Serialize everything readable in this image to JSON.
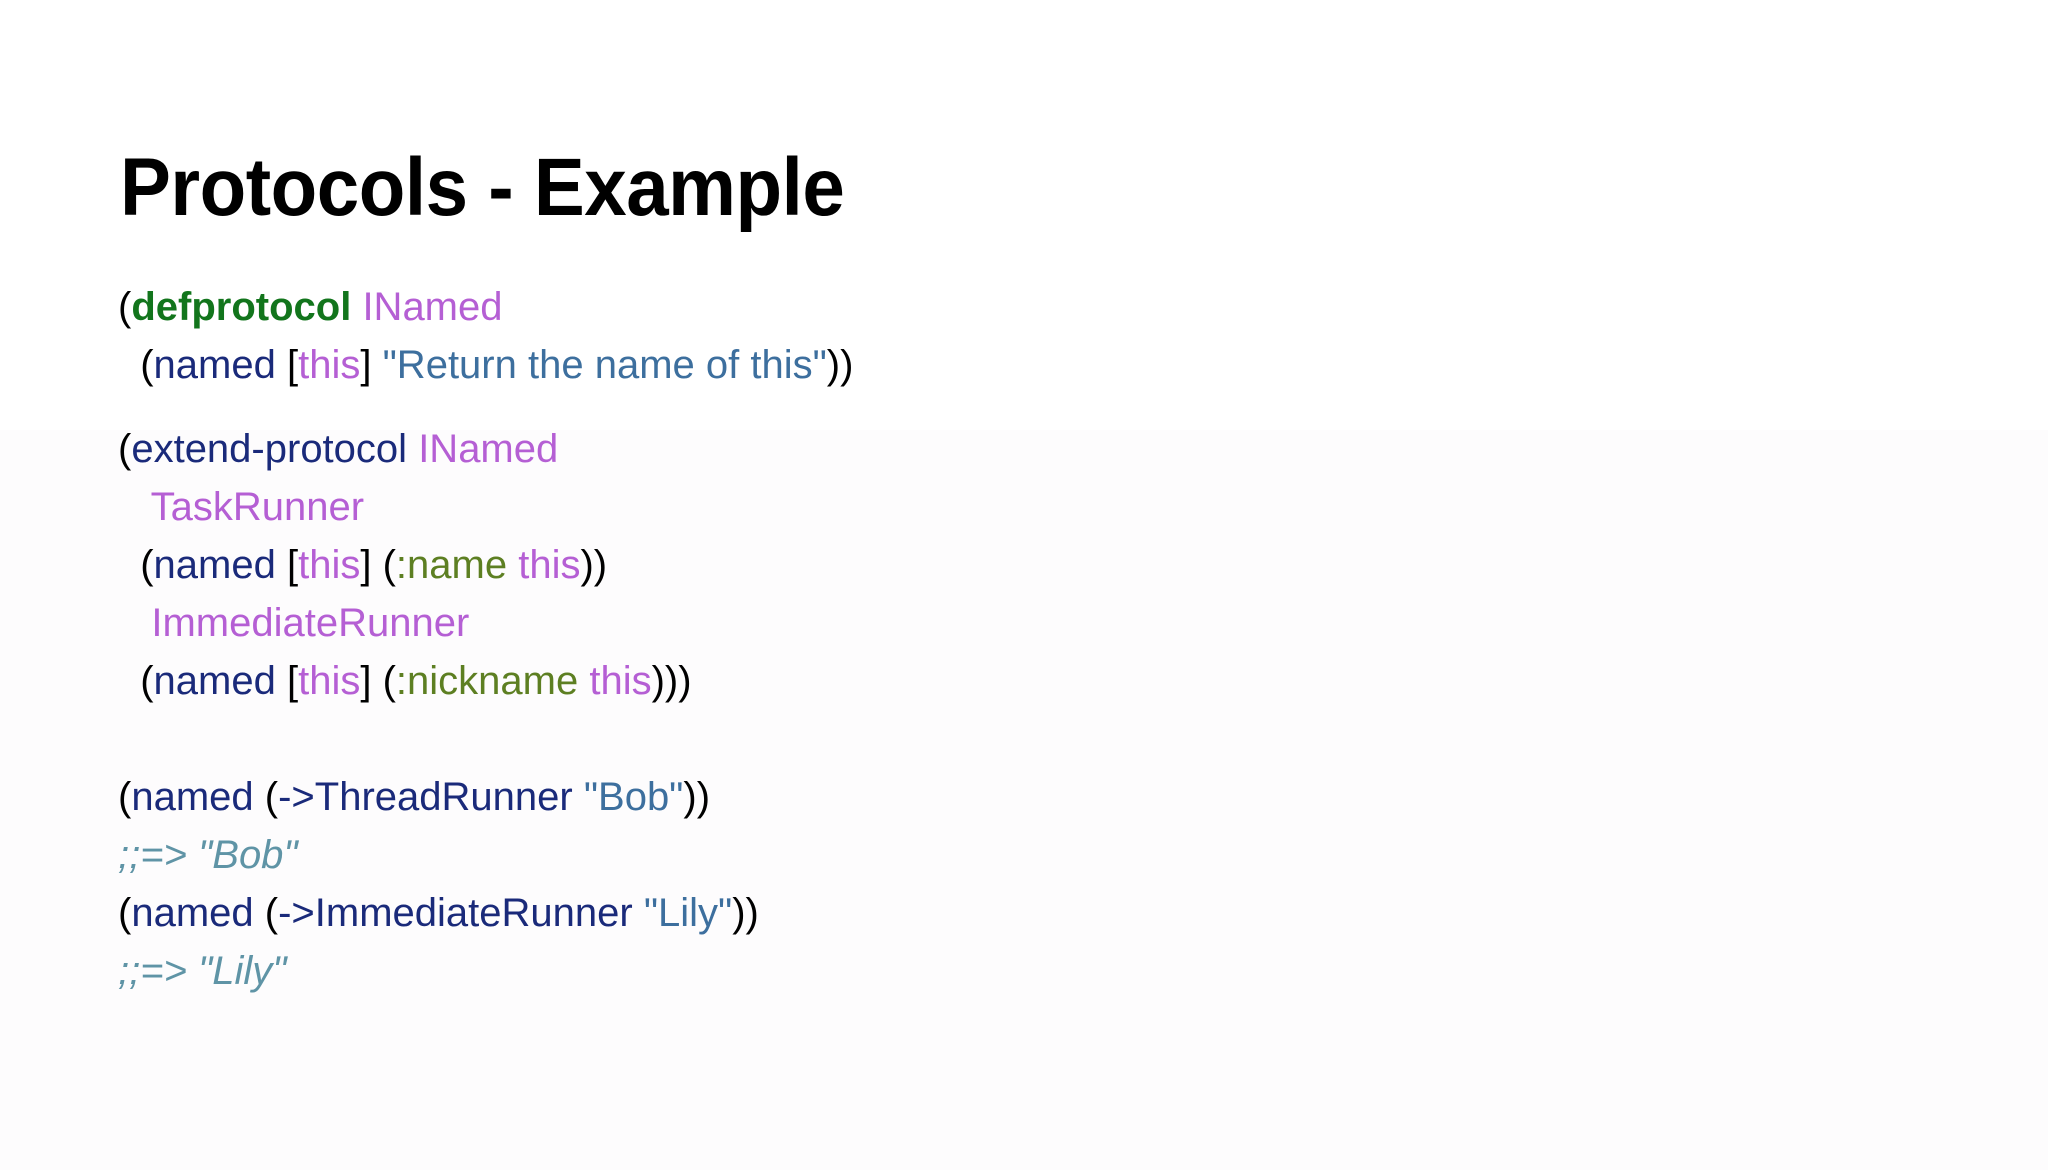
{
  "slide": {
    "title": "Protocols - Example",
    "background_color": "#ffffff",
    "title_color": "#000000"
  },
  "palette": {
    "paren": "#000000",
    "bracket": "#000000",
    "definition_keyword": "#12751c",
    "core_function": "#1a2a7a",
    "type_name": "#b55fd4",
    "symbol": "#b55fd4",
    "string": "#3d6f9e",
    "clojure_keyword": "#5d7f22",
    "comment": "#5f94a6"
  },
  "code": {
    "blocks": [
      {
        "name": "defprotocol-block",
        "lines": [
          {
            "tokens": [
              {
                "text": "(",
                "type": "paren"
              },
              {
                "text": "defprotocol",
                "type": "def"
              },
              {
                "text": " ",
                "type": "plain"
              },
              {
                "text": "INamed",
                "type": "type"
              }
            ]
          },
          {
            "tokens": [
              {
                "text": "  (",
                "type": "paren"
              },
              {
                "text": "named",
                "type": "core"
              },
              {
                "text": " ",
                "type": "plain"
              },
              {
                "text": "[",
                "type": "bracket"
              },
              {
                "text": "this",
                "type": "symbol"
              },
              {
                "text": "]",
                "type": "bracket"
              },
              {
                "text": " ",
                "type": "plain"
              },
              {
                "text": "\"Return the name of this\"",
                "type": "string"
              },
              {
                "text": "))",
                "type": "paren"
              }
            ]
          }
        ]
      },
      {
        "name": "extend-protocol-block",
        "lines": [
          {
            "tokens": [
              {
                "text": "(",
                "type": "paren"
              },
              {
                "text": "extend-protocol",
                "type": "core"
              },
              {
                "text": " ",
                "type": "plain"
              },
              {
                "text": "INamed",
                "type": "type"
              }
            ]
          },
          {
            "tokens": [
              {
                "text": "   ",
                "type": "plain"
              },
              {
                "text": "TaskRunner",
                "type": "type"
              }
            ]
          },
          {
            "tokens": [
              {
                "text": "  (",
                "type": "paren"
              },
              {
                "text": "named",
                "type": "core"
              },
              {
                "text": " ",
                "type": "plain"
              },
              {
                "text": "[",
                "type": "bracket"
              },
              {
                "text": "this",
                "type": "symbol"
              },
              {
                "text": "]",
                "type": "bracket"
              },
              {
                "text": " (",
                "type": "paren"
              },
              {
                "text": ":name",
                "type": "keyword"
              },
              {
                "text": " ",
                "type": "plain"
              },
              {
                "text": "this",
                "type": "symbol"
              },
              {
                "text": "))",
                "type": "paren"
              }
            ]
          },
          {
            "tokens": [
              {
                "text": "   ",
                "type": "plain"
              },
              {
                "text": "ImmediateRunner",
                "type": "type"
              }
            ]
          },
          {
            "tokens": [
              {
                "text": "  (",
                "type": "paren"
              },
              {
                "text": "named",
                "type": "core"
              },
              {
                "text": " ",
                "type": "plain"
              },
              {
                "text": "[",
                "type": "bracket"
              },
              {
                "text": "this",
                "type": "symbol"
              },
              {
                "text": "]",
                "type": "bracket"
              },
              {
                "text": " (",
                "type": "paren"
              },
              {
                "text": ":nickname",
                "type": "keyword"
              },
              {
                "text": " ",
                "type": "plain"
              },
              {
                "text": "this",
                "type": "symbol"
              },
              {
                "text": ")))",
                "type": "paren"
              }
            ]
          }
        ]
      },
      {
        "name": "repl-examples-block",
        "lines": [
          {
            "tokens": [
              {
                "text": "(",
                "type": "paren"
              },
              {
                "text": "named",
                "type": "core"
              },
              {
                "text": " (",
                "type": "paren"
              },
              {
                "text": "->ThreadRunner",
                "type": "core"
              },
              {
                "text": " ",
                "type": "plain"
              },
              {
                "text": "\"Bob\"",
                "type": "string"
              },
              {
                "text": "))",
                "type": "paren"
              }
            ]
          },
          {
            "tokens": [
              {
                "text": ";;=> \"Bob\"",
                "type": "comment"
              }
            ]
          },
          {
            "tokens": [
              {
                "text": "(",
                "type": "paren"
              },
              {
                "text": "named",
                "type": "core"
              },
              {
                "text": " (",
                "type": "paren"
              },
              {
                "text": "->ImmediateRunner",
                "type": "core"
              },
              {
                "text": " ",
                "type": "plain"
              },
              {
                "text": "\"Lily\"",
                "type": "string"
              },
              {
                "text": "))",
                "type": "paren"
              }
            ]
          },
          {
            "tokens": [
              {
                "text": ";;=> \"Lily\"",
                "type": "comment"
              }
            ]
          }
        ]
      }
    ]
  }
}
